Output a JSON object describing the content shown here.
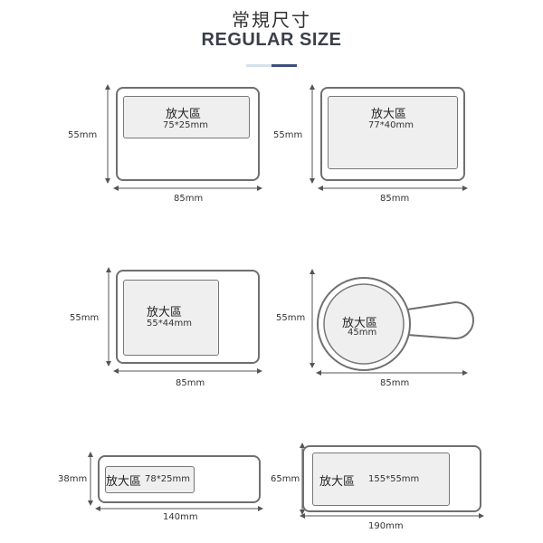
{
  "header": {
    "title_cn": "常規尺寸",
    "title_en": "REGULAR SIZE"
  },
  "zone_label": "放大區",
  "cards": [
    {
      "width": "85mm",
      "height": "55mm",
      "zone_size": "75*25mm"
    },
    {
      "width": "85mm",
      "height": "55mm",
      "zone_size": "77*40mm"
    },
    {
      "width": "85mm",
      "height": "55mm",
      "zone_size": "55*44mm"
    },
    {
      "width": "85mm",
      "height": "55mm",
      "zone_size": "45mm"
    },
    {
      "width": "140mm",
      "height": "38mm",
      "zone_size": "78*25mm"
    },
    {
      "width": "190mm",
      "height": "65mm",
      "zone_size": "155*55mm"
    }
  ]
}
